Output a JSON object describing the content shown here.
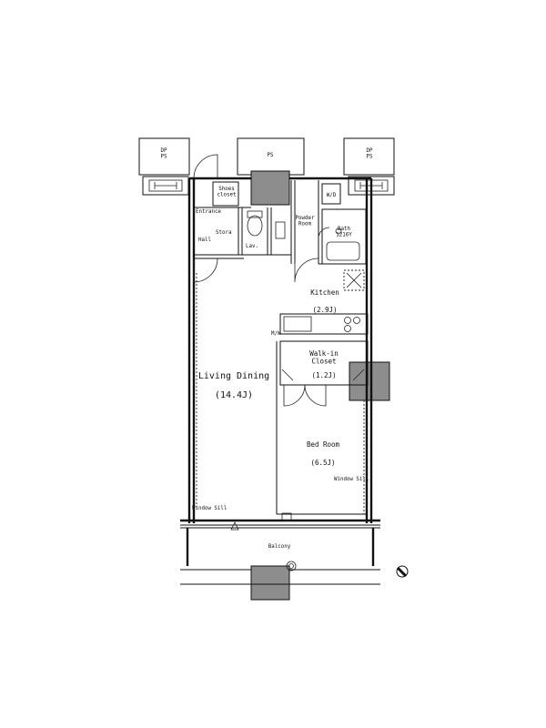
{
  "labels": {
    "dp_left": "DP\nPS",
    "ps_top": "PS",
    "dp_right": "DP\nPS",
    "shoes_closet": "Shoes\ncloset",
    "entrance": "Entrance",
    "hall": "Hall",
    "storage": "Stora",
    "lav": "Lav.",
    "powder_room": "Powder\nRoom",
    "wd": "W/D",
    "bath": "Bath\n1216Y",
    "kitchen": "Kitchen",
    "kitchen_area": "(2.9J)",
    "mw": "M/W",
    "walk_in_closet": "Walk-in\nCloset",
    "walk_in_closet_area": "(1.2J)",
    "living_dining": "Living Dining",
    "living_dining_area": "(14.4J)",
    "bed_room": "Bed Room",
    "bed_room_area": "(6.5J)",
    "window_left": "Window Sill",
    "window_right": "Window Sill",
    "balcony": "Balcony"
  },
  "icons": {
    "north": "north-arrow-icon",
    "aircon": "aircon-unit-icon"
  },
  "colors": {
    "line": "#111111",
    "shaded": "#8d8d8d",
    "background": "#ffffff"
  }
}
